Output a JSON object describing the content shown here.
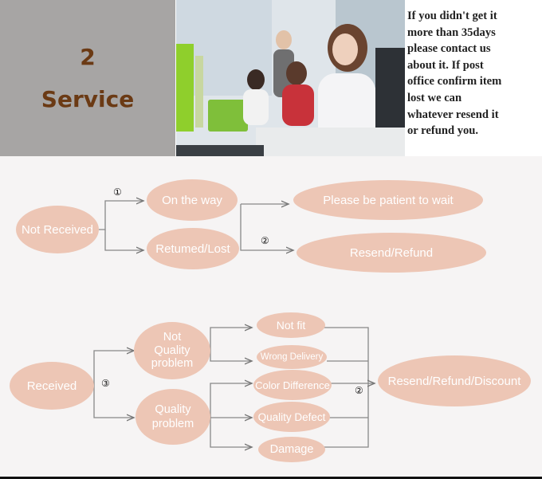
{
  "header": {
    "number": "2",
    "title": "Service",
    "notice_lines": [
      "If you didn't get it",
      "more than 35days",
      "please contact us",
      "about it. If post",
      "office confirm item",
      "lost we can",
      "whatever resend it",
      "or refund you."
    ]
  },
  "flow_top": {
    "root": "Not Received",
    "marker_1": "①",
    "on_the_way": "On the way",
    "returned_lost": "Retumed/Lost",
    "patient": "Please be patient to wait",
    "marker_2": "②",
    "resend_refund": "Resend/Refund"
  },
  "flow_bottom": {
    "root": "Received",
    "marker_3": "③",
    "not_quality_lines": [
      "Not",
      "Quality",
      "problem"
    ],
    "quality_lines": [
      "Quality",
      "problem"
    ],
    "not_fit": "Not fit",
    "wrong_delivery": "Wrong Delivery",
    "color_difference": "Color Difference",
    "quality_defect": "Quality Defect",
    "damage": "Damage",
    "marker_2": "②",
    "resolution": "Resend/Refund/Discount"
  },
  "colors": {
    "bubble": "#edc6b5",
    "title_panel": "#a7a5a4",
    "title_text": "#6b3a14"
  }
}
